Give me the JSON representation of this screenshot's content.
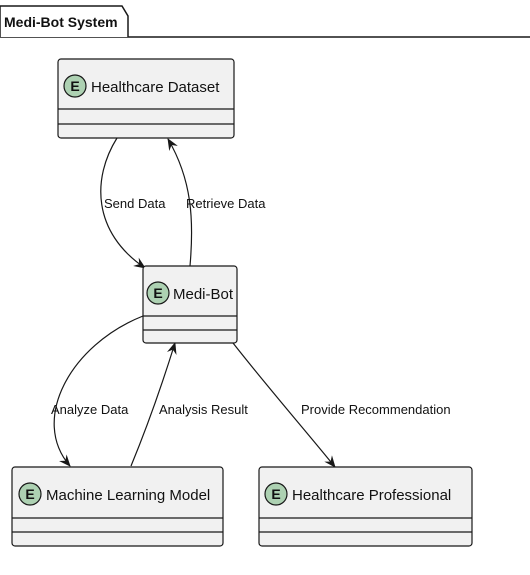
{
  "package": {
    "title": "Medi-Bot System"
  },
  "entity_badge": "E",
  "colors": {
    "entity_fill": "#f1f1f1",
    "entity_stroke": "#181818",
    "badge_fill": "#add1b2",
    "edge_stroke": "#181818"
  },
  "entities": [
    {
      "id": "dataset",
      "name": "Healthcare Dataset"
    },
    {
      "id": "medibot",
      "name": "Medi-Bot"
    },
    {
      "id": "ml",
      "name": "Machine Learning Model"
    },
    {
      "id": "professional",
      "name": "Healthcare Professional"
    }
  ],
  "edges": [
    {
      "id": "send-data",
      "from": "dataset",
      "to": "medibot",
      "label": "Send Data"
    },
    {
      "id": "retrieve-data",
      "from": "medibot",
      "to": "dataset",
      "label": "Retrieve Data"
    },
    {
      "id": "analyze-data",
      "from": "medibot",
      "to": "ml",
      "label": "Analyze Data"
    },
    {
      "id": "analysis-result",
      "from": "ml",
      "to": "medibot",
      "label": "Analysis Result"
    },
    {
      "id": "provide-recommendation",
      "from": "medibot",
      "to": "professional",
      "label": "Provide Recommendation"
    }
  ]
}
